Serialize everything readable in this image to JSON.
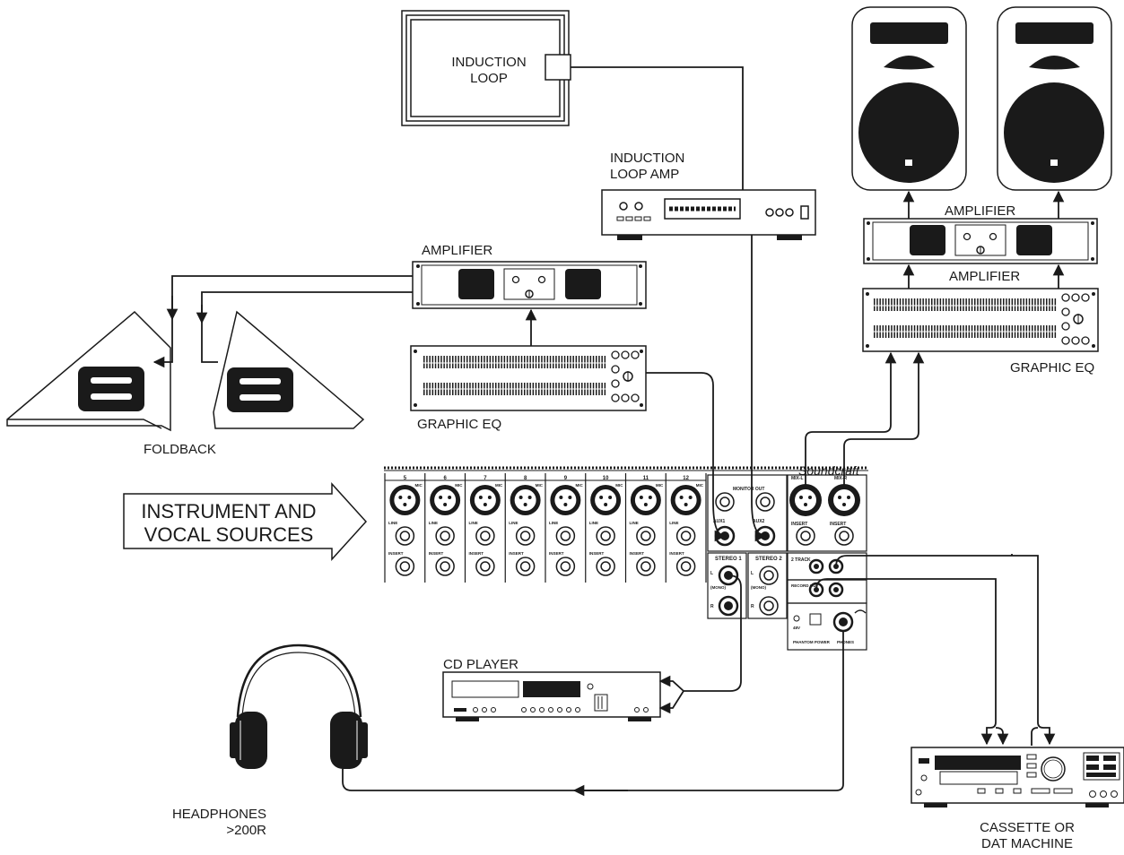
{
  "labels": {
    "induction_loop": [
      "INDUCTION",
      "LOOP"
    ],
    "induction_loop_amp": [
      "INDUCTION",
      "LOOP AMP"
    ],
    "amplifier_left": "AMPLIFIER",
    "graphic_eq_left": "GRAPHIC EQ",
    "foldback": "FOLDBACK",
    "instrument_sources": [
      "INSTRUMENT AND",
      "VOCAL SOURCES"
    ],
    "amplifier_right_top": "AMPLIFIER",
    "amplifier_right_bottom": "AMPLIFIER",
    "graphic_eq_right": "GRAPHIC EQ",
    "cd_player": "CD PLAYER",
    "headphones": [
      "HEADPHONES",
      ">200R"
    ],
    "cassette": [
      "CASSETTE OR",
      "DAT MACHINE"
    ]
  },
  "mixer": {
    "brand": "Soundcraft",
    "channels": [
      "5",
      "6",
      "7",
      "8",
      "9",
      "10",
      "11",
      "12"
    ],
    "mic_label": "MIC",
    "line_label": "LINE",
    "insert_label": "INSERT",
    "monitor_out": "MONITOR OUT",
    "aux1": "AUX1",
    "aux2": "AUX2",
    "stereo1": "STEREO 1",
    "stereo2": "STEREO 2",
    "mono": "(MONO)",
    "l": "L",
    "r": "R",
    "mix_l": "MIX-L",
    "mix_r": "MIX-R",
    "two_track": "2 TRACK",
    "record_out": "RECORD OUT",
    "plus48v": "48V",
    "phantom_power": "PHANTOM POWER",
    "phones": "PHONES"
  }
}
